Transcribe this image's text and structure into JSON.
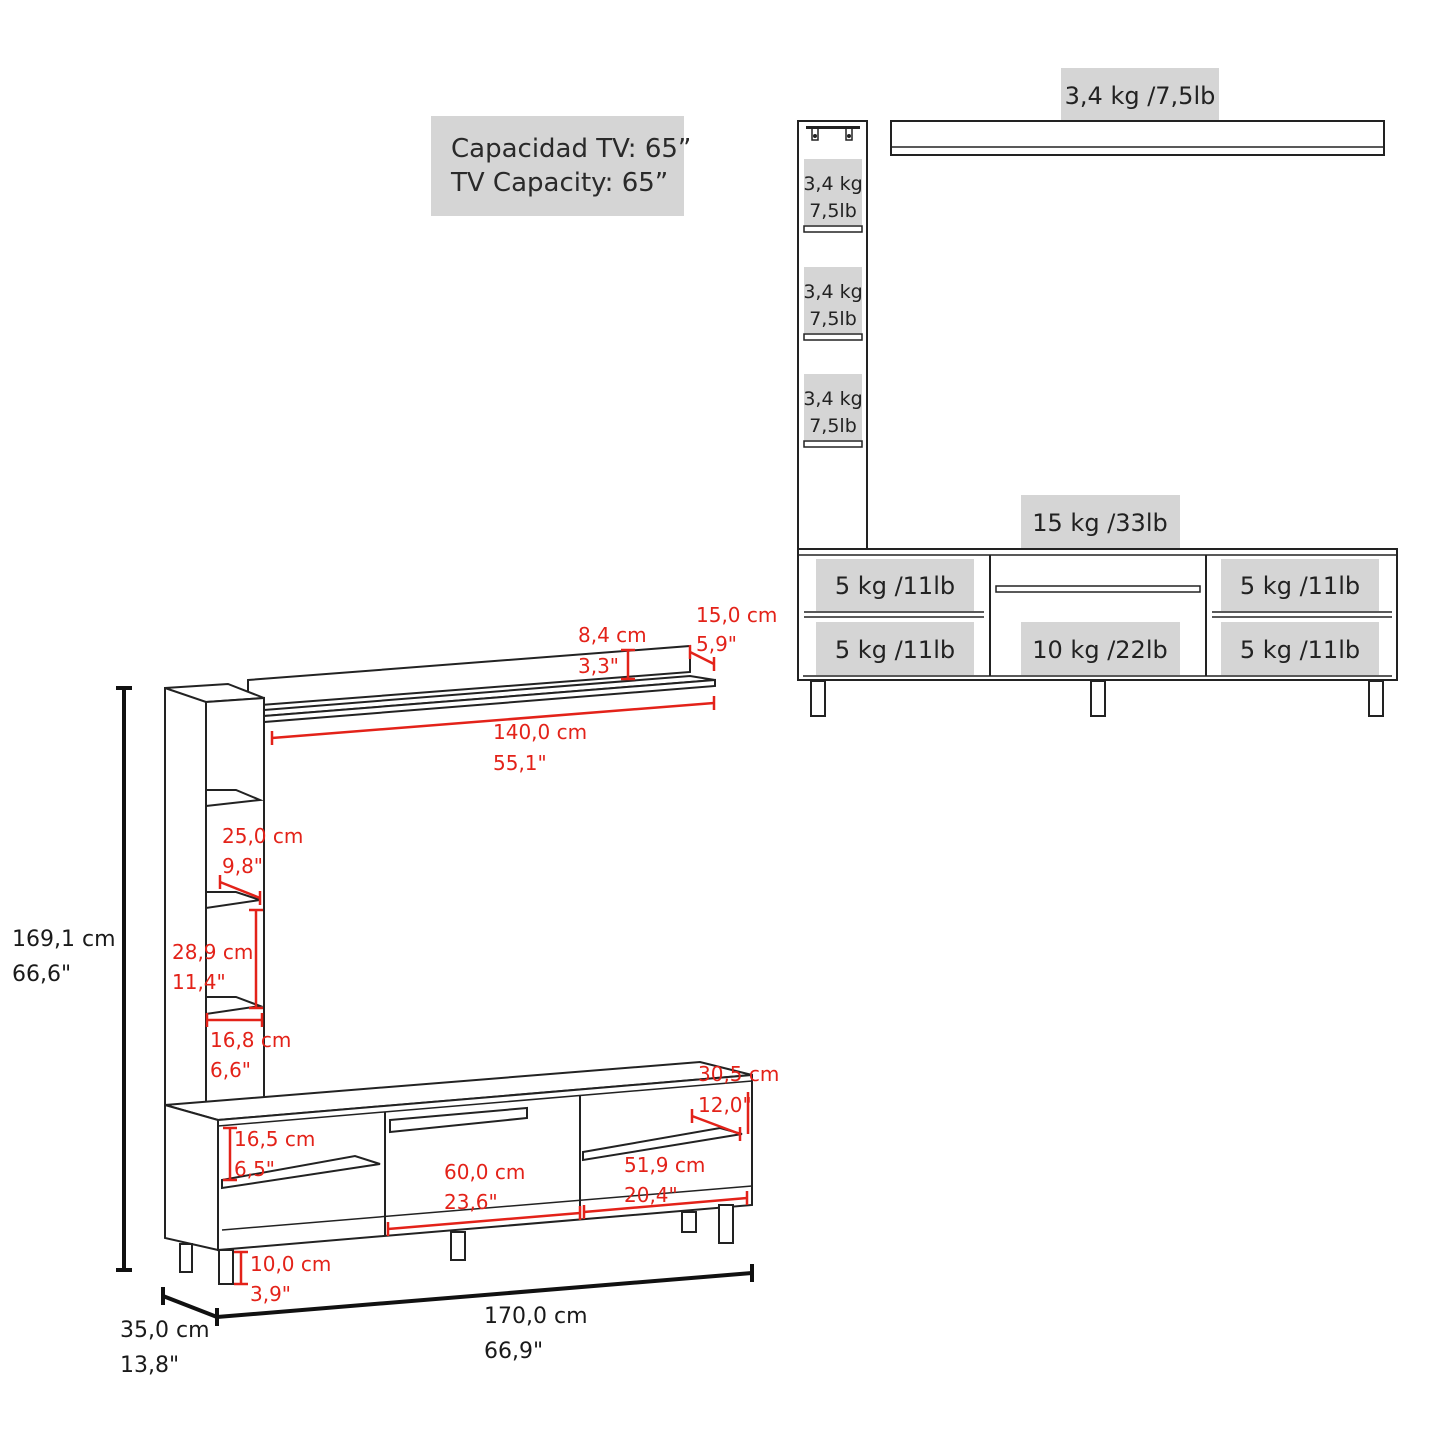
{
  "tv_capacity": {
    "es": "Capacidad TV: 65”",
    "en": "TV Capacity: 65”"
  },
  "load_ratings": {
    "top_shelf": "3,4 kg /7,5lb",
    "tower_shelves": [
      {
        "kg": "3,4 kg",
        "lb": "7,5lb"
      },
      {
        "kg": "3,4 kg",
        "lb": "7,5lb"
      },
      {
        "kg": "3,4 kg",
        "lb": "7,5lb"
      }
    ],
    "console_top": "15 kg /33lb",
    "left_upper": "5 kg /11lb",
    "left_lower": "5 kg /11lb",
    "center_lower": "10 kg /22lb",
    "right_upper": "5 kg /11lb",
    "right_lower": "5 kg /11lb"
  },
  "dimensions": {
    "height": {
      "cm": "169,1 cm",
      "in": "66,6\""
    },
    "depth": {
      "cm": "35,0 cm",
      "in": "13,8\""
    },
    "width": {
      "cm": "170,0 cm",
      "in": "66,9\""
    },
    "shelf_length": {
      "cm": "140,0 cm",
      "in": "55,1\""
    },
    "shelf_lip": {
      "cm": "8,4 cm",
      "in": "3,3\""
    },
    "shelf_depth": {
      "cm": "15,0 cm",
      "in": "5,9\""
    },
    "tower_depth": {
      "cm": "25,0 cm",
      "in": "9,8\""
    },
    "tower_gap": {
      "cm": "28,9 cm",
      "in": "11,4\""
    },
    "tower_width": {
      "cm": "16,8 cm",
      "in": "6,6\""
    },
    "left_compartment": {
      "cm": "16,5 cm",
      "in": "6,5\""
    },
    "center_compartment": {
      "cm": "60,0 cm",
      "in": "23,6\""
    },
    "right_compartment": {
      "cm": "51,9 cm",
      "in": "20,4\""
    },
    "cabinet_depth": {
      "cm": "30,5 cm",
      "in": "12,0\""
    },
    "leg_height": {
      "cm": "10,0 cm",
      "in": "3,9\""
    }
  },
  "colors": {
    "dimension_red": "#e32219",
    "label_box_gray": "#d5d5d5",
    "outline": "#222222"
  }
}
